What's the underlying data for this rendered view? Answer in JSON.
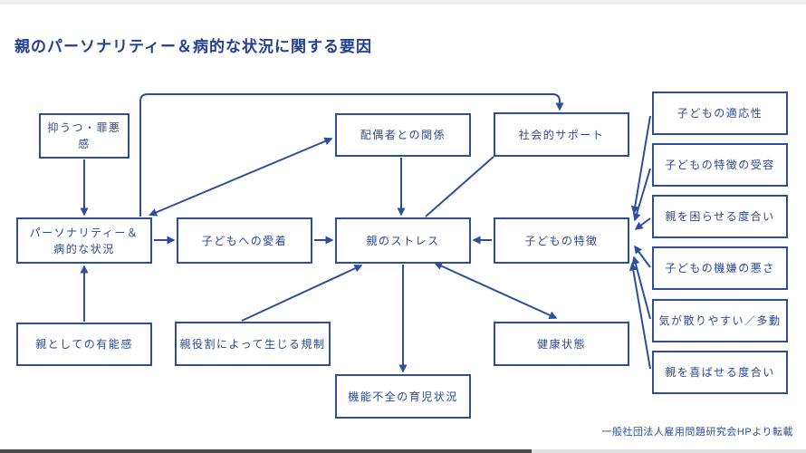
{
  "title": "親のパーソナリティー＆病的な状況に関する要因",
  "credit": "一般社団法人雇用問題研究会HPより転載",
  "colors": {
    "line": "#2e4d9b",
    "text": "#2c4892",
    "title": "#24418f"
  },
  "nodes": {
    "depression": {
      "label": "抑うつ・罪悪感"
    },
    "spouse": {
      "label": "配偶者との関係"
    },
    "social_support": {
      "label": "社会的サポート"
    },
    "personality": {
      "label": "パーソナリティー＆\n病的な状況"
    },
    "attachment": {
      "label": "子どもへの愛着"
    },
    "parent_stress": {
      "label": "親のストレス"
    },
    "child_traits": {
      "label": "子どもの特徴"
    },
    "competence": {
      "label": "親としての有能感"
    },
    "role_restriction": {
      "label": "親役割によって生じる規制"
    },
    "health": {
      "label": "健康状態"
    },
    "dysfunctional_care": {
      "label": "機能不全の育児状況"
    },
    "adaptability": {
      "label": "子どもの適応性"
    },
    "acceptance": {
      "label": "子どもの特徴の受容"
    },
    "troubling": {
      "label": "親を困らせる度合い"
    },
    "moodiness": {
      "label": "子どもの機嫌の悪さ"
    },
    "distractibility": {
      "label": "気が散りやすい／多動"
    },
    "pleasing": {
      "label": "親を喜ばせる度合い"
    }
  },
  "edges": [
    {
      "from": "depression",
      "to": "personality",
      "direction": "one-way"
    },
    {
      "from": "personality",
      "to": "social_support",
      "direction": "one-way"
    },
    {
      "from": "personality",
      "to": "spouse",
      "direction": "two-way"
    },
    {
      "from": "personality",
      "to": "attachment",
      "direction": "one-way"
    },
    {
      "from": "attachment",
      "to": "parent_stress",
      "direction": "one-way"
    },
    {
      "from": "spouse",
      "to": "parent_stress",
      "direction": "one-way"
    },
    {
      "from": "social_support",
      "to": "parent_stress",
      "direction": "line"
    },
    {
      "from": "child_traits",
      "to": "parent_stress",
      "direction": "one-way"
    },
    {
      "from": "competence",
      "to": "personality",
      "direction": "one-way"
    },
    {
      "from": "role_restriction",
      "to": "parent_stress",
      "direction": "one-way"
    },
    {
      "from": "parent_stress",
      "to": "health",
      "direction": "two-way"
    },
    {
      "from": "parent_stress",
      "to": "dysfunctional_care",
      "direction": "one-way"
    },
    {
      "from": "adaptability",
      "to": "child_traits",
      "direction": "one-way"
    },
    {
      "from": "acceptance",
      "to": "child_traits",
      "direction": "one-way"
    },
    {
      "from": "troubling",
      "to": "child_traits",
      "direction": "one-way"
    },
    {
      "from": "moodiness",
      "to": "child_traits",
      "direction": "one-way"
    },
    {
      "from": "distractibility",
      "to": "child_traits",
      "direction": "one-way"
    },
    {
      "from": "pleasing",
      "to": "child_traits",
      "direction": "one-way"
    }
  ]
}
